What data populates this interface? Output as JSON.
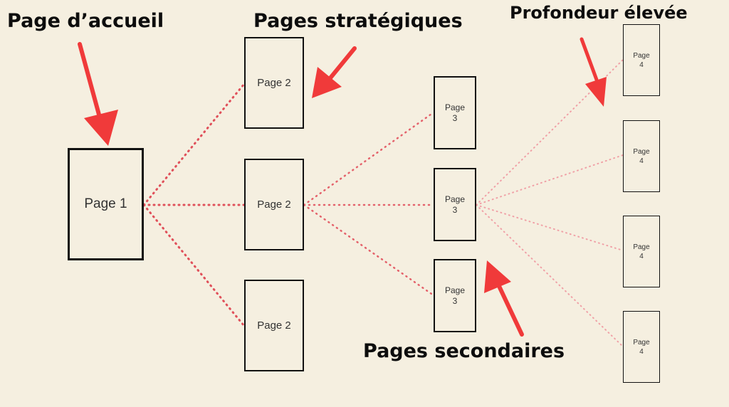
{
  "titles": {
    "home": "Page d’accueil",
    "strategic": "Pages stratégiques",
    "deep": "Profondeur élevée",
    "secondary": "Pages secondaires"
  },
  "nodes": {
    "page1": "Page 1",
    "page2": [
      "Page 2",
      "Page 2",
      "Page 2"
    ],
    "page3": [
      "Page\n3",
      "Page\n3",
      "Page\n3"
    ],
    "page4": [
      "Page\n4",
      "Page\n4",
      "Page\n4",
      "Page\n4"
    ]
  },
  "colors": {
    "background": "#f5efe0",
    "connector": "#e0505a",
    "connector_light": "#f0a0a6",
    "arrow": "#f03a3a",
    "box_border": "#111111"
  }
}
